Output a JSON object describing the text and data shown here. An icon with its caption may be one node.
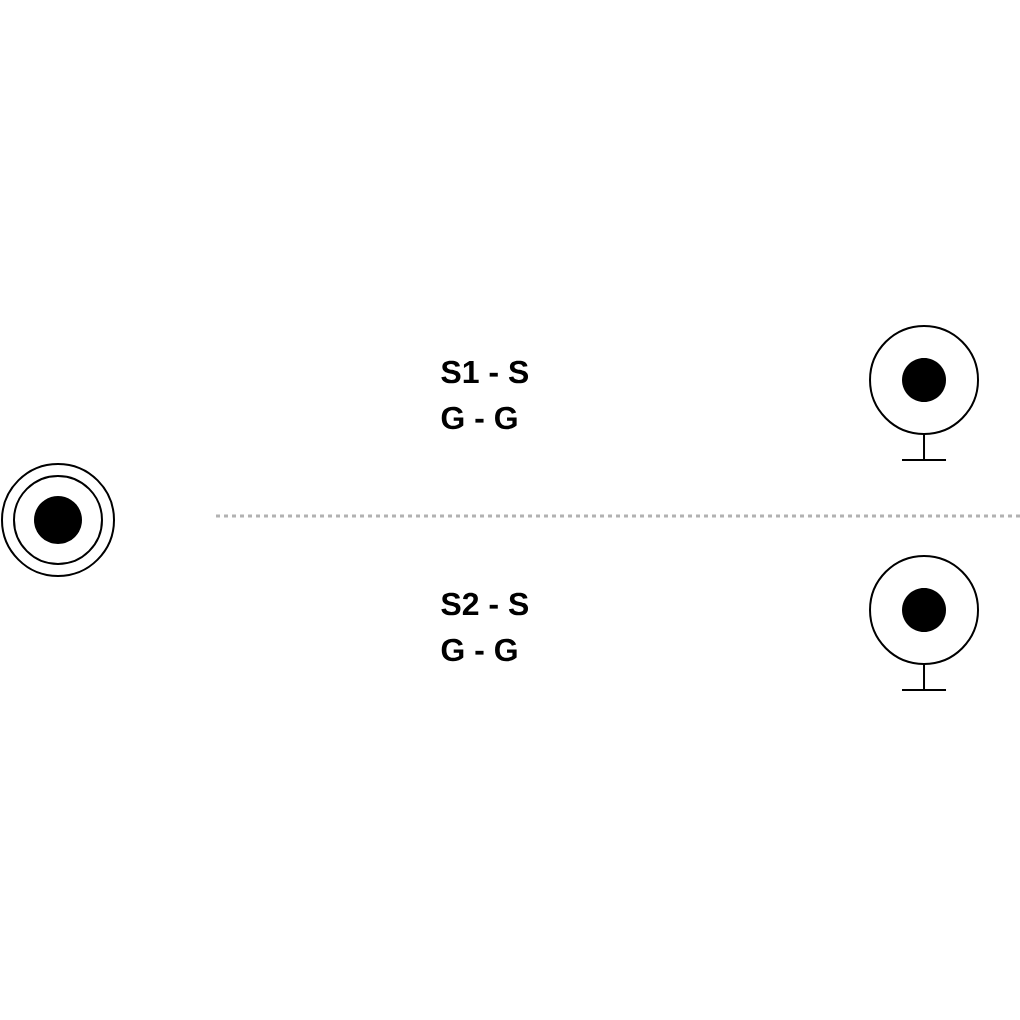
{
  "diagram": {
    "labels": [
      "S1 - S",
      "G   - G",
      "S2 - S",
      "G   - G"
    ]
  }
}
